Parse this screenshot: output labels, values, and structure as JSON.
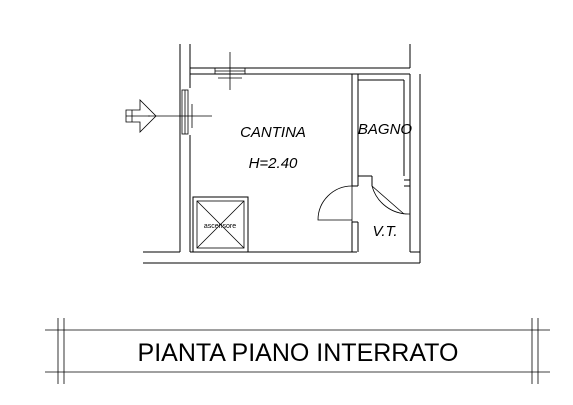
{
  "rooms": {
    "cantina": {
      "name": "CANTINA",
      "height": "H=2.40"
    },
    "bagno": {
      "name": "BAGNO"
    },
    "vt": {
      "name": "V.T."
    },
    "elevator": {
      "name": "ascensore"
    }
  },
  "title": "PIANTA PIANO INTERRATO",
  "colors": {
    "line": "#000000",
    "background": "#ffffff"
  },
  "icons": {
    "entrance": "arrow-right-icon"
  }
}
